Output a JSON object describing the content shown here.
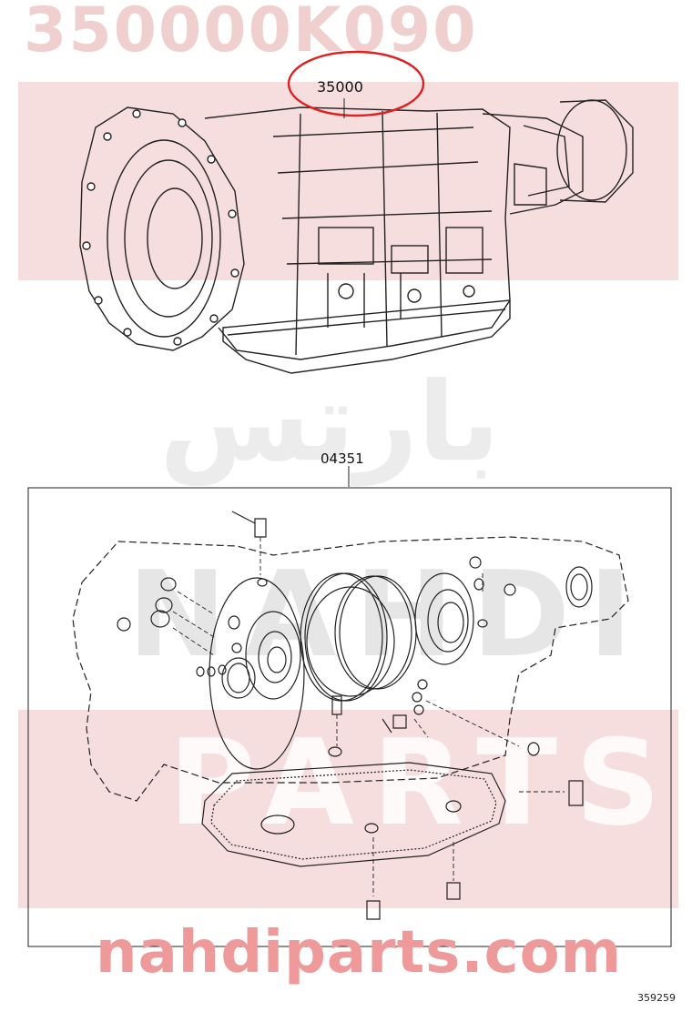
{
  "watermark": {
    "part_number": "350000K090",
    "site": "nahdiparts.com",
    "brand_latin_1": "NAHDI",
    "brand_latin_2": "PARTS",
    "brand_arabic": "بارتس"
  },
  "diagram": {
    "callout_main": "35000",
    "callout_kit": "04351",
    "reference_code": "359259"
  },
  "colors": {
    "watermark_band": "#f7dede",
    "highlight_circle": "#e02020",
    "line_art": "#222222"
  }
}
